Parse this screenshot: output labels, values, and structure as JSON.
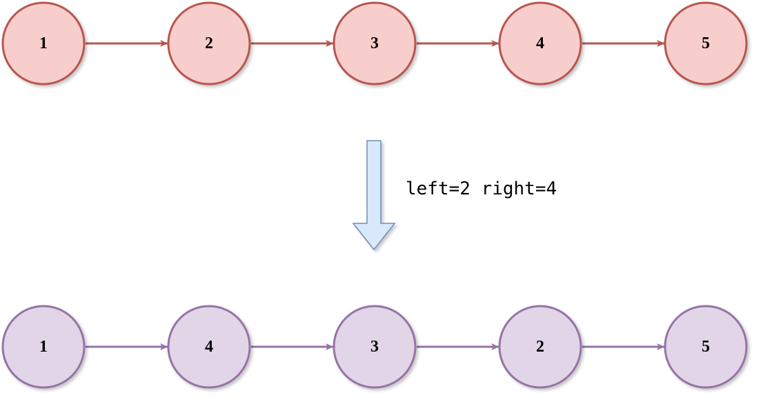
{
  "diagram": {
    "before": {
      "nodes": [
        "1",
        "2",
        "3",
        "4",
        "5"
      ],
      "fill": "#f8cecc",
      "stroke": "#b85450"
    },
    "transform": {
      "caption": "left=2 right=4",
      "arrow_fill": "#dae8fc",
      "arrow_stroke": "#6c8ebf"
    },
    "after": {
      "nodes": [
        "1",
        "4",
        "3",
        "2",
        "5"
      ],
      "fill": "#e1d5e7",
      "stroke": "#9673a6"
    }
  }
}
